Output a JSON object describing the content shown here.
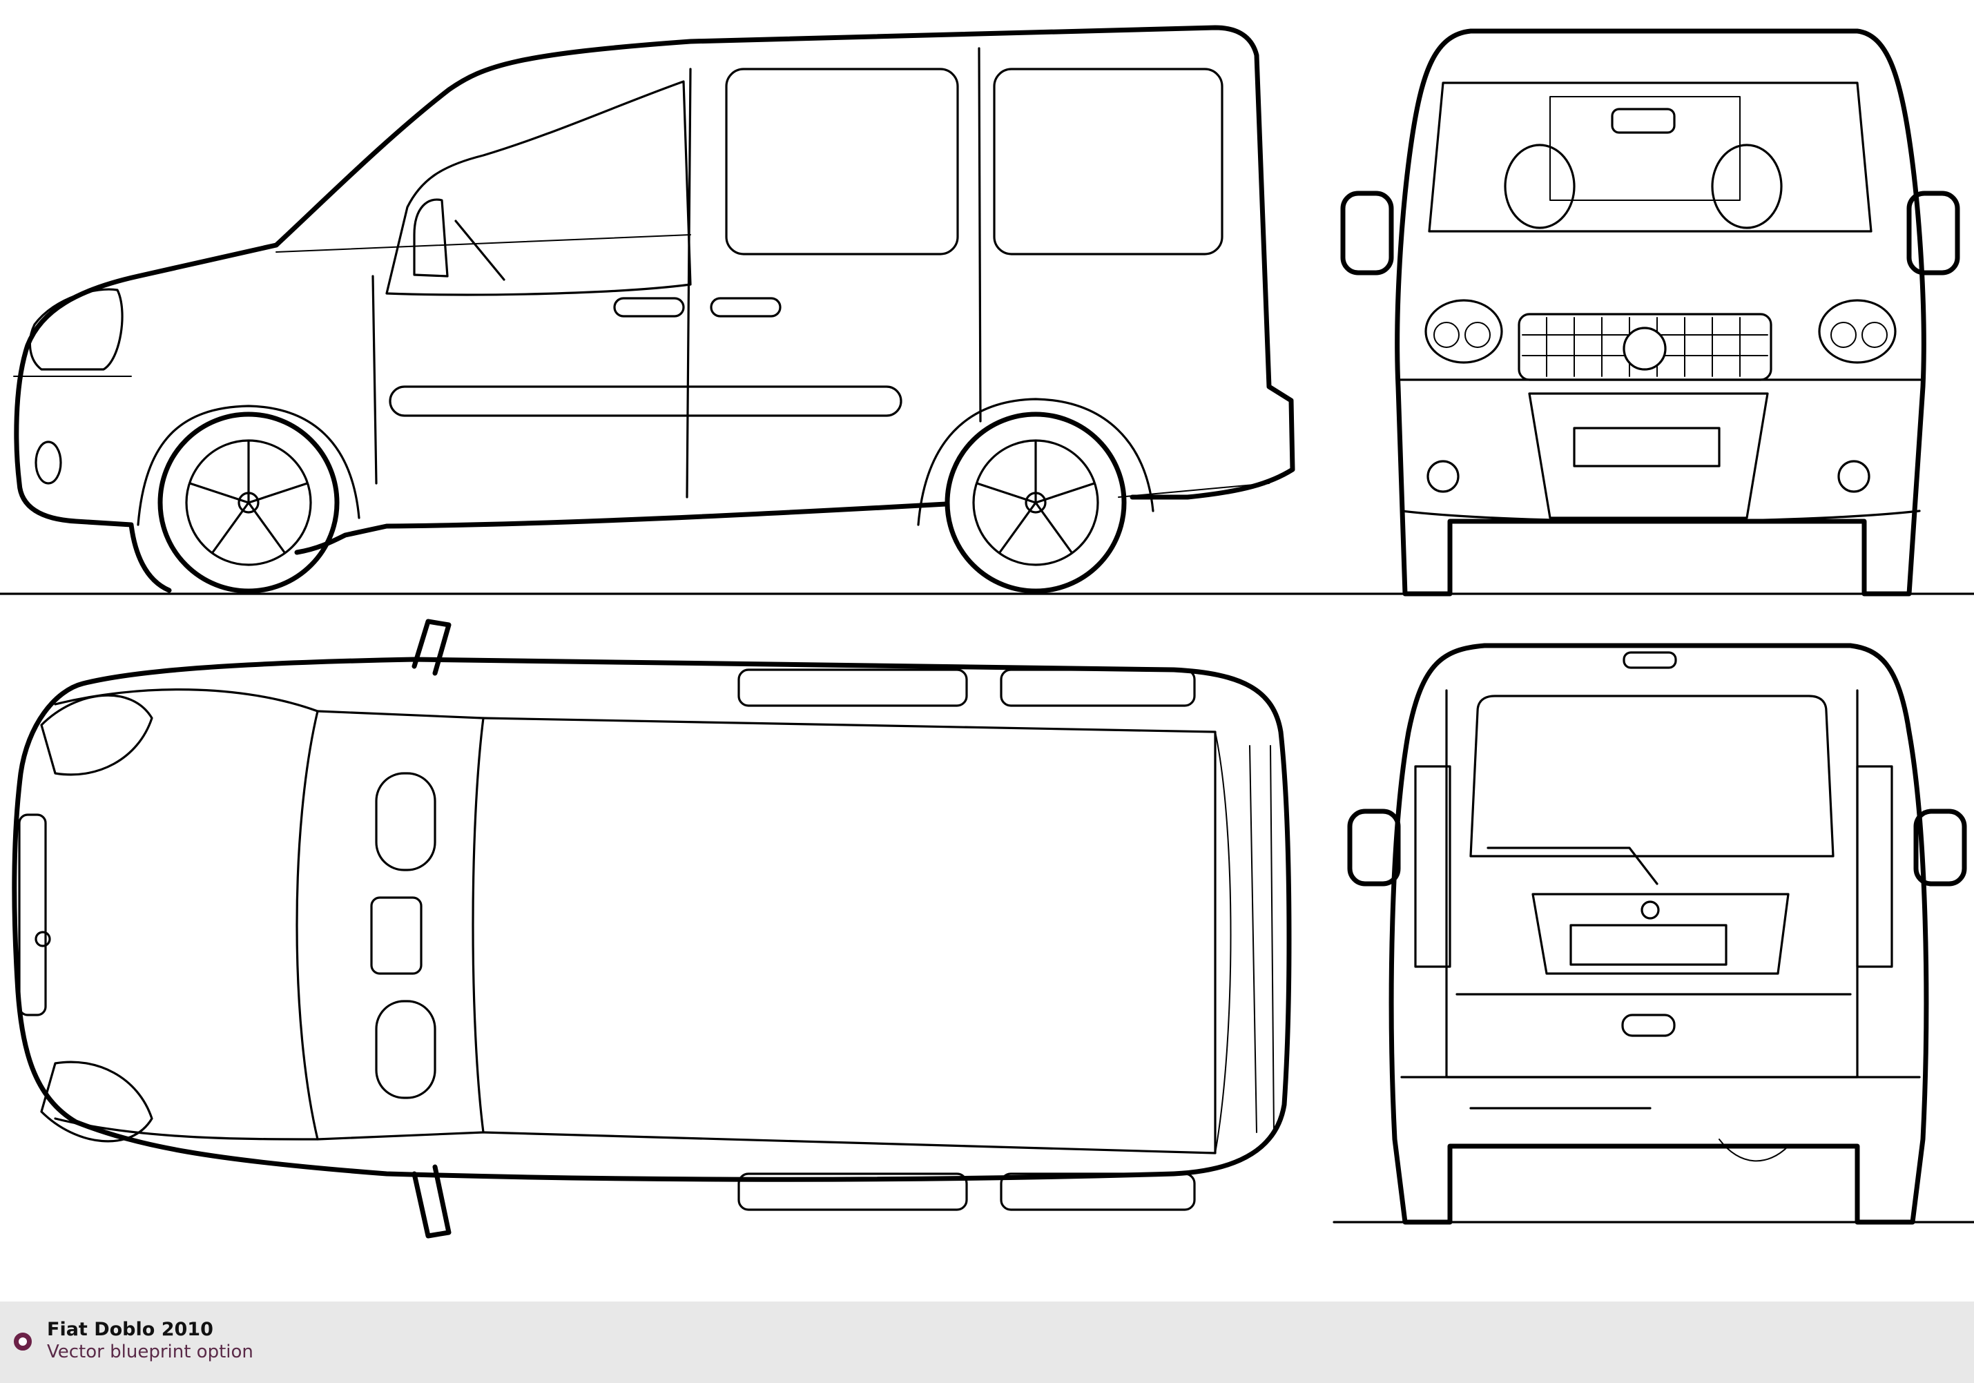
{
  "caption": {
    "title": "Fiat Doblo 2010",
    "subtitle": "Vector blueprint option"
  },
  "views": [
    "side-view",
    "front-view",
    "top-view",
    "rear-view"
  ],
  "colors": {
    "background": "#ffffff",
    "line": "#000000",
    "footer": "#e8e8e8",
    "accent": "#6b2147"
  },
  "icons": {
    "logo": "ring-logo-icon"
  }
}
